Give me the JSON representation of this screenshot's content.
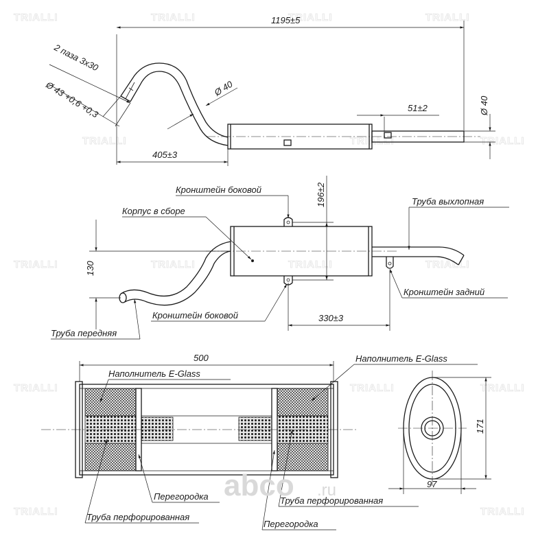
{
  "watermark": "TRIALLI",
  "site_logo": {
    "text": "abco",
    "suffix": ".ru"
  },
  "top_view": {
    "dim_total": "1195±5",
    "dim_inlet_len": "405±3",
    "dim_pipe_dia": "Ø 40",
    "dim_outlet_dia": "Ø 40",
    "dim_bracket": "51±2",
    "dim_slots": "2 паза 3х30",
    "dim_inlet_dia": "Ø 43 +0,6 +0,3"
  },
  "side_view": {
    "label_bracket_top": "Кронштейн боковой",
    "label_body": "Корпус в сборе",
    "label_exhaust": "Труба выхлопная",
    "label_rear_bracket": "Кронштейн задний",
    "label_bracket_bottom": "Кронштейн боковой",
    "label_front_pipe": "Труба передняя",
    "dim_height": "130",
    "dim_bracket_span": "196±2",
    "dim_tail": "330±3"
  },
  "section_view": {
    "dim_length": "500",
    "label_filler_left": "Наполнитель E-Glass",
    "label_filler_right": "Наполнитель E-Glass",
    "label_baffle_left": "Перегородка",
    "label_perf_left": "Труба перфорированная",
    "label_perf_right": "Труба перфорированная",
    "label_baffle_right": "Перегородка",
    "dim_height": "171",
    "dim_width": "97"
  }
}
